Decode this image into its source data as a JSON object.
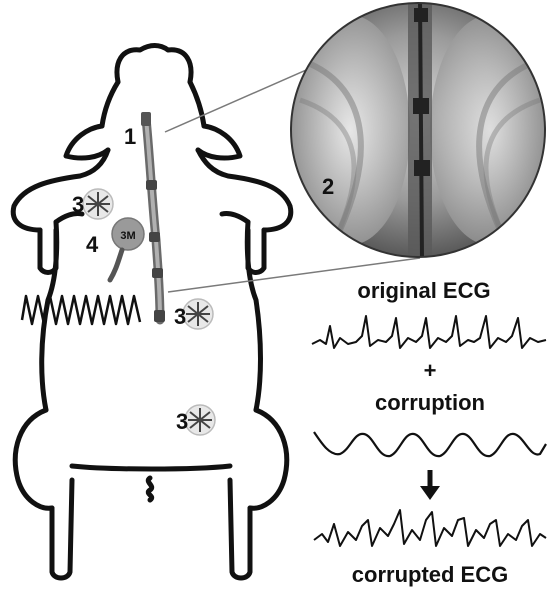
{
  "labels": {
    "catheter": "1",
    "xray": "2",
    "electrode_a": "3",
    "electrode_b": "3",
    "electrode_c": "3",
    "pad": "4",
    "pad_logo": "3M"
  },
  "ecg_panel": {
    "original_title": "original ECG",
    "plus_sign": "+",
    "corruption_title": "corruption",
    "result_title": "corrupted ECG"
  },
  "colors": {
    "outline": "#111111",
    "xray_light": "#e6e6e6",
    "xray_dark": "#3a3a3a",
    "catheter": "#8a8a8a"
  }
}
